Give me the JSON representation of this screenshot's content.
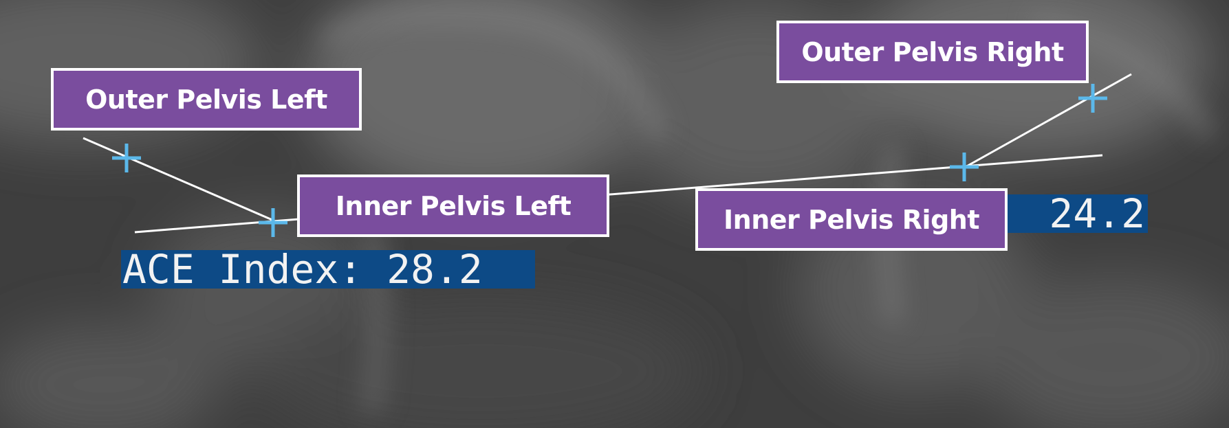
{
  "labels": {
    "outer_left": "Outer Pelvis Left",
    "inner_left": "Inner Pelvis Left",
    "outer_right": "Outer Pelvis Right",
    "inner_right": "Inner Pelvis Right"
  },
  "readouts": {
    "left": "ACE Index: 28.2",
    "right": "24.2"
  },
  "colors": {
    "label_fill": "#7a4d9e",
    "label_border": "#ffffff",
    "readout_fill": "#0d4a86",
    "marker": "#5bb8ea",
    "line": "#ffffff"
  },
  "icons": [
    "crosshair-marker"
  ]
}
